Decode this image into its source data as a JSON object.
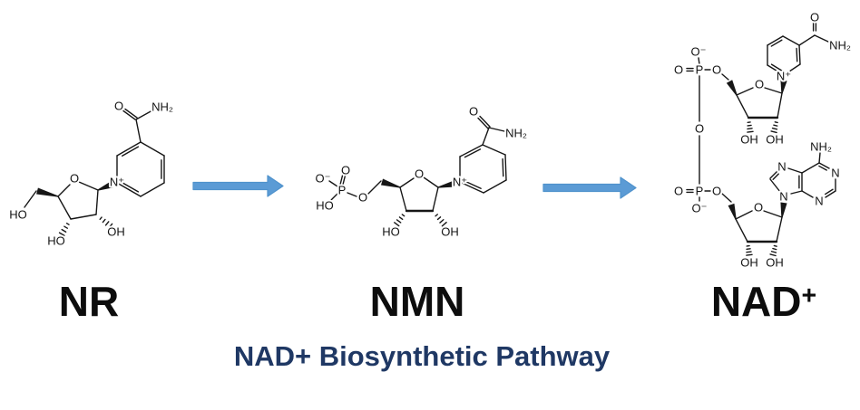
{
  "title": "NAD+ Biosynthetic Pathway",
  "molecules": {
    "nr": {
      "label": "NR"
    },
    "nmn": {
      "label": "NMN"
    },
    "nad": {
      "label_base": "NAD",
      "label_sup": "+"
    }
  },
  "atoms": {
    "O": "O",
    "HO": "HO",
    "OH": "OH",
    "N": "N",
    "N_plus": "N⁺",
    "NH2": "NH₂",
    "P": "P",
    "O_minus": "O⁻"
  },
  "colors": {
    "background": "#ffffff",
    "bond": "#161616",
    "arrow_fill": "#5b9bd5",
    "arrow_edge": "#4f92cc",
    "title": "#1f3864"
  }
}
